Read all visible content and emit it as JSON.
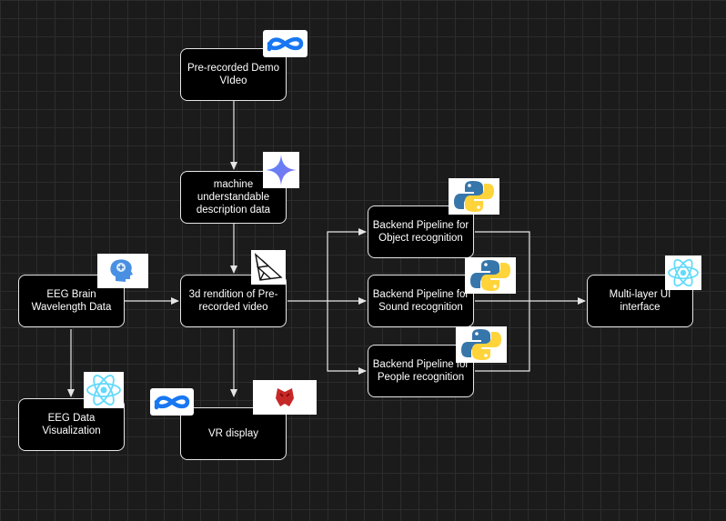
{
  "diagram": {
    "nodes": {
      "demo_video": "Pre-recorded Demo\nVIdeo",
      "description": "machine\nunderstandable\ndescription data",
      "rendition": "3d rendition of Pre-\nrecorded video",
      "eeg_data": "EEG Brain\nWavelength Data",
      "eeg_viz": "EEG Data\nVisualization",
      "vr_display": "VR display",
      "object_pipeline": "Backend Pipeline for\nObject recognition",
      "sound_pipeline": "Backend Pipeline for\nSound recognition",
      "people_pipeline": "Backend Pipeline for\nPeople recognition",
      "ui_interface": "Multi-layer UI\ninterface"
    },
    "icons": {
      "demo_video": "meta-logo-icon",
      "description": "gemini-sparkle-icon",
      "rendition": "threejs-logo-icon",
      "eeg_data": "brain-head-icon",
      "eeg_viz": "react-logo-icon",
      "vr_display_left": "meta-logo-icon",
      "vr_display_right": "red-mask-logo-icon",
      "object_pipeline": "python-logo-icon",
      "sound_pipeline": "python-logo-icon",
      "people_pipeline": "python-logo-icon",
      "ui_interface": "react-logo-icon"
    },
    "colors": {
      "background": "#1b1b1b",
      "node_fill": "#000000",
      "node_border": "#e6e6e6",
      "text": "#ffffff",
      "meta_blue": "#1877f2",
      "react_cyan": "#61dafb",
      "python_blue": "#3776ab",
      "python_yellow": "#ffd43b"
    }
  }
}
